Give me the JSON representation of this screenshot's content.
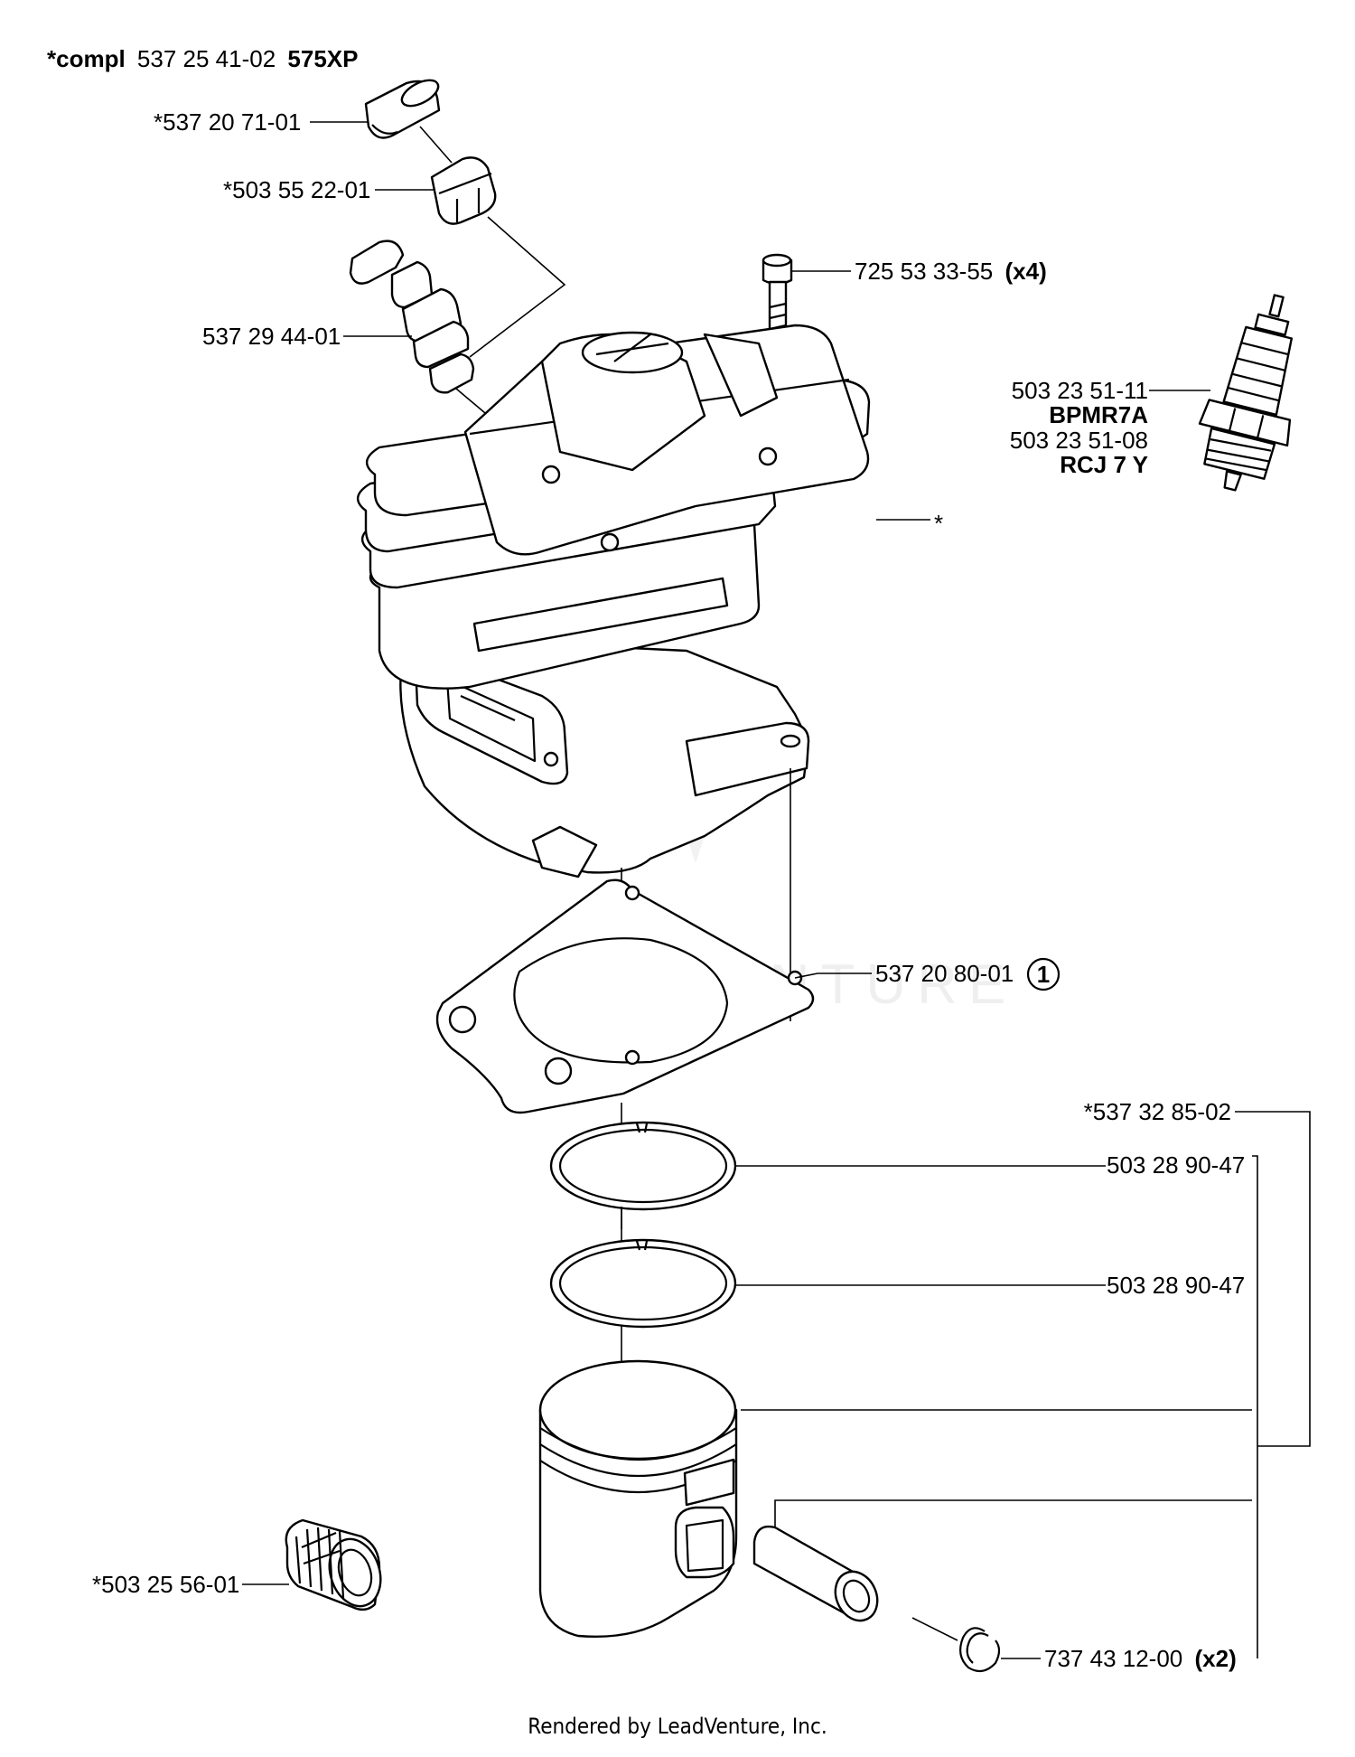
{
  "header": {
    "prefix": "*compl",
    "number": "537 25 41-02",
    "model": "575XP"
  },
  "parts": {
    "air_cap": "*537 20 71-01",
    "nut": "*503 55 22-01",
    "decomp_valve": "537 29 44-01",
    "bolt": "725 53 33-55",
    "bolt_qty": "(x4)",
    "plug_a_num": "503 23 51-11",
    "plug_a_name": "BPMR7A",
    "plug_b_num": "503 23 51-08",
    "plug_b_name": "RCJ 7 Y",
    "cylinder_star": "*",
    "gasket": "537 20 80-01",
    "gasket_badge": "1",
    "piston_kit": "*537 32 85-02",
    "ring_1": "503 28 90-47",
    "ring_2": "503 28 90-47",
    "bearing": "*503 25 56-01",
    "circlip": "737 43 12-00",
    "circlip_qty": "(x2)"
  },
  "watermark": "LEADVENTURE",
  "footer": "Rendered by LeadVenture, Inc."
}
